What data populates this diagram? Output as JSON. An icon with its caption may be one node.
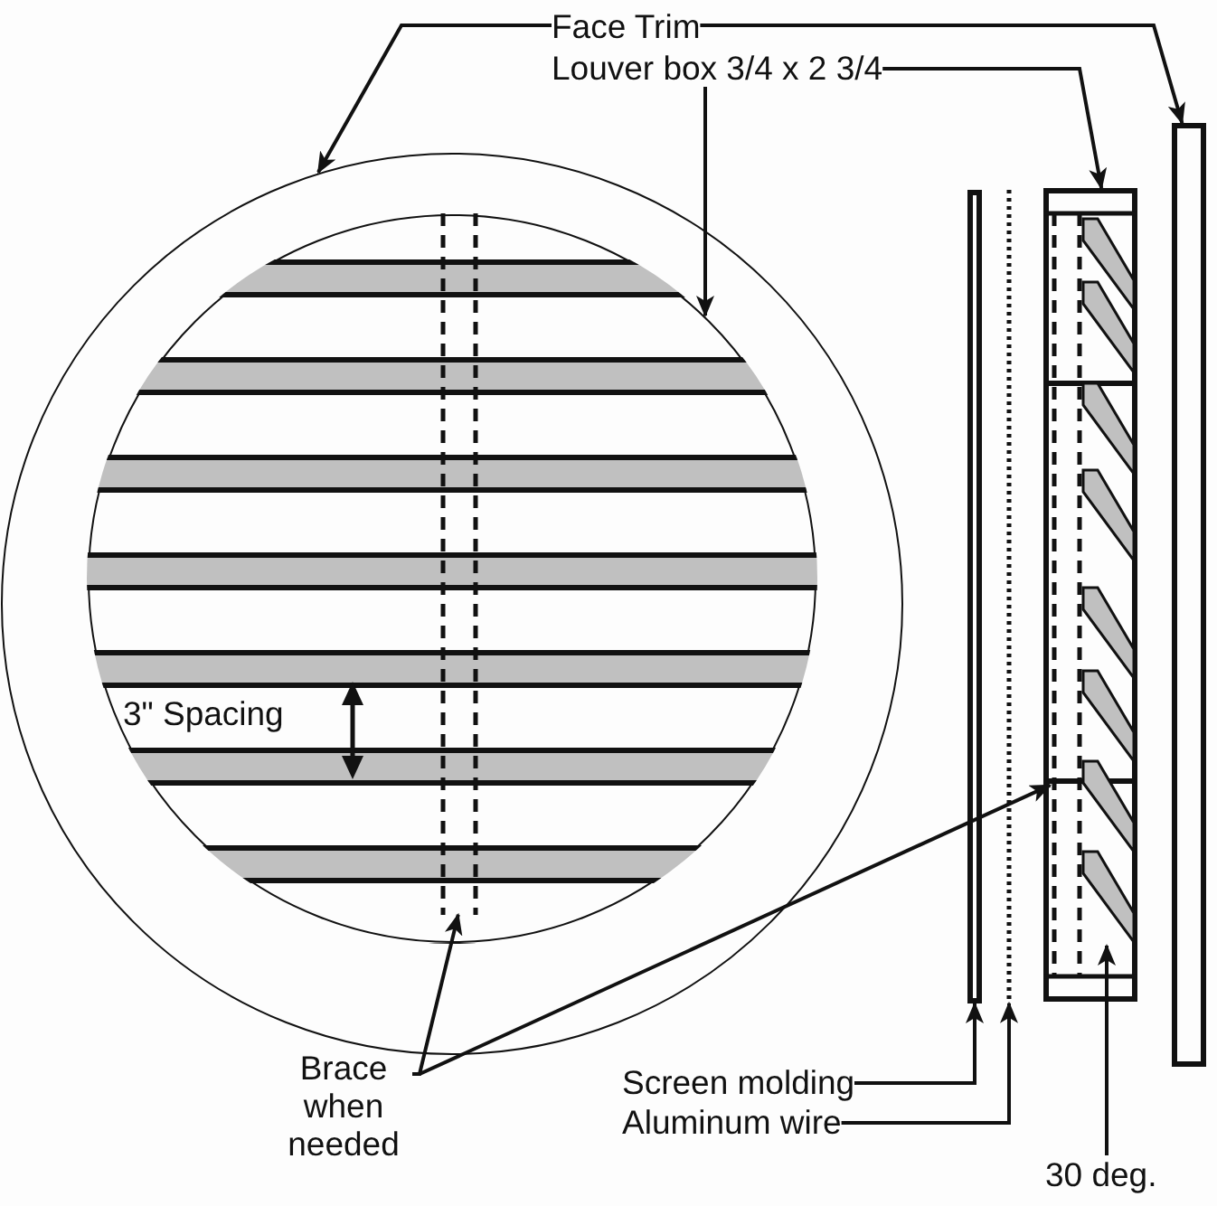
{
  "diagram": {
    "nodes": [
      {
        "text": [
          "Face Trim"
        ]
      },
      {
        "text": [
          "Louver box 3/4 x 2 3/4"
        ]
      },
      {
        "text": [
          "Brace when needed"
        ]
      },
      {
        "text": [
          "Screen molding"
        ]
      },
      {
        "text": [
          "Aluminum wire"
        ]
      },
      {
        "text": [
          "30 deg."
        ]
      },
      {
        "text": [],
        "shape": "circle"
      },
      {
        "text": [],
        "shape": "bar"
      },
      {
        "text": [],
        "shape": "circle",
        "in": 6
      },
      {
        "text": [],
        "shape": "box"
      },
      {
        "text": [],
        "shape": "bar",
        "in": 8
      },
      {
        "text": [],
        "shape": "bar",
        "in": 9
      },
      {
        "text": [],
        "shape": "bar"
      },
      {
        "text": [],
        "shape": "bar"
      },
      {
        "text": [],
        "shape": "bar",
        "in": 9
      },
      {
        "text": [],
        "shape": "bar",
        "in": 9
      },
      {
        "text": [],
        "shape": "bar",
        "in": 9
      },
      {
        "text": [],
        "shape": "bar",
        "in": 9
      },
      {
        "text": [],
        "shape": "bar",
        "in": 9
      },
      {
        "text": [],
        "shape": "bar",
        "in": 9
      },
      {
        "text": [],
        "shape": "bar",
        "in": 9
      },
      {
        "text": [],
        "shape": "bar",
        "in": 9
      }
    ],
    "edges": [
      {
        "from": 0,
        "to": 6,
        "arrow": "to"
      },
      {
        "from": 0,
        "to": 13,
        "arrow": "to"
      },
      {
        "from": 1,
        "to": 8,
        "arrow": "to"
      },
      {
        "from": 1,
        "to": 9,
        "arrow": "to"
      },
      {
        "from": 2,
        "to": 10,
        "arrow": "to"
      },
      {
        "from": 2,
        "to": 11,
        "arrow": "to"
      },
      {
        "from": 3,
        "to": 7,
        "arrow": "to"
      },
      {
        "from": 4,
        "to": 12,
        "arrow": "to"
      },
      {
        "from": 5,
        "to": 21,
        "arrow": "to"
      }
    ],
    "labels": [
      "3\" Spacing"
    ]
  }
}
